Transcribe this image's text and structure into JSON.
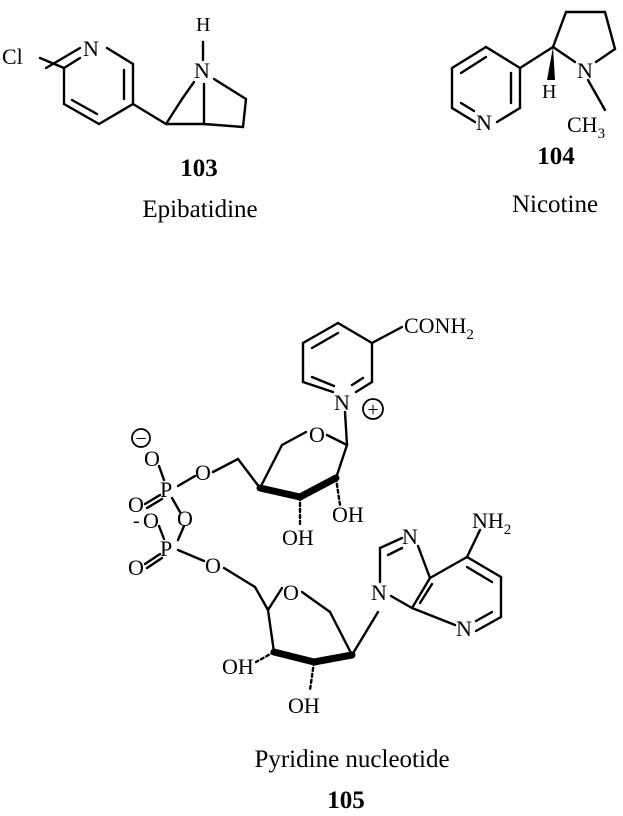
{
  "compounds": [
    {
      "number": "103",
      "name": "Epibatidine",
      "atoms": {
        "cl": "Cl",
        "n_ring": "N",
        "h_top": "H",
        "n_bridge": "N"
      }
    },
    {
      "number": "104",
      "name": "Nicotine",
      "atoms": {
        "n_ring": "N",
        "n_pyrr": "N",
        "h_stereo": "H",
        "ch3": "CH",
        "ch3_sub": "3"
      }
    },
    {
      "number": "105",
      "name": "Pyridine nucleotide",
      "atoms": {
        "conh2": "CONH",
        "conh2_sub": "2",
        "n_plus": "N",
        "plus": "+",
        "o_ring1": "O",
        "oh1": "OH",
        "oh2": "OH",
        "o_link1": "O",
        "p1": "P",
        "o_minus1": "O",
        "minus1": "−",
        "o_eq1": "O",
        "o_bridge": "O",
        "p2": "P",
        "o_minus2_sign": "-",
        "o_minus2": "O",
        "o_eq2": "O",
        "o_link2": "O",
        "o_ring2": "O",
        "oh3": "OH",
        "oh4": "OH",
        "n_purine9": "N",
        "n_purine7": "N",
        "n_purine1": "N",
        "nh2": "NH",
        "nh2_sub": "2"
      }
    }
  ]
}
